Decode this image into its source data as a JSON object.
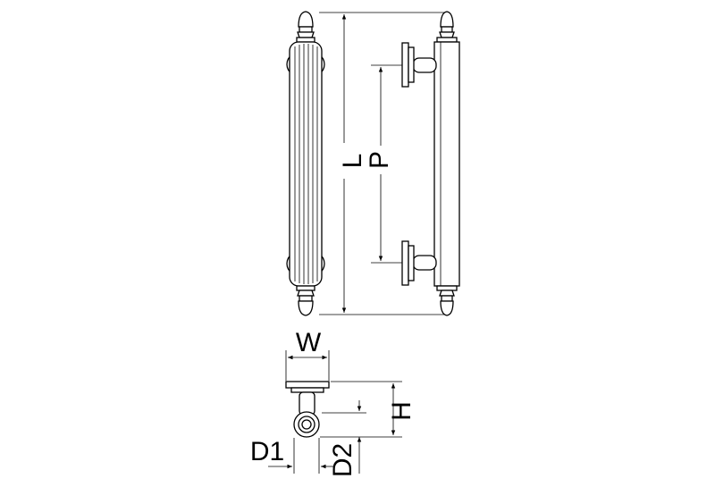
{
  "labels": {
    "length": "L",
    "pitch": "P",
    "width": "W",
    "height": "H",
    "diameter1": "D1",
    "diameter2": "D2"
  }
}
